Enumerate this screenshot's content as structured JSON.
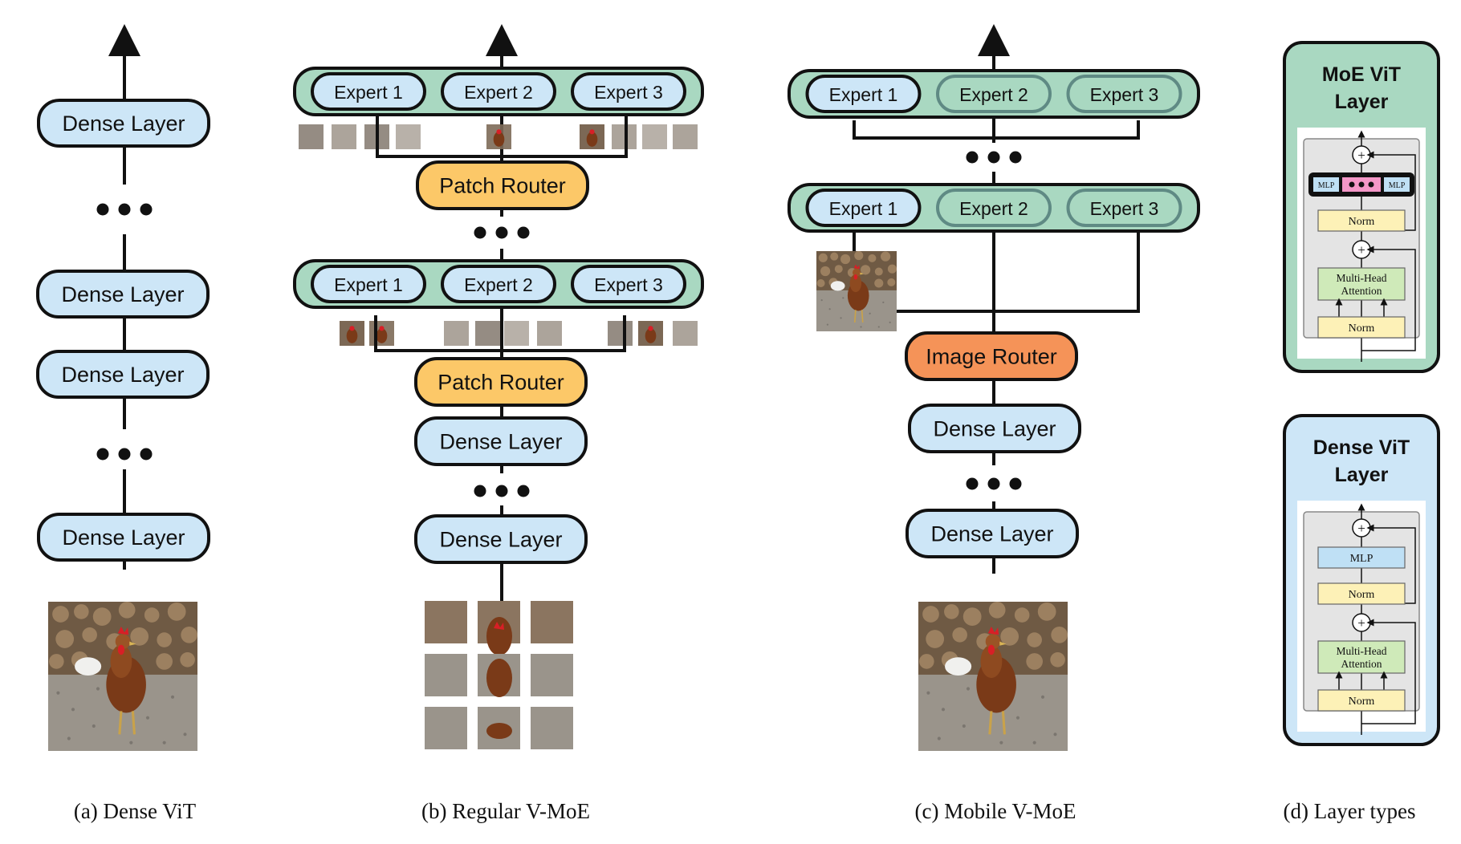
{
  "colors": {
    "dense_fill": "#cde6f7",
    "moe_group_fill": "#a9d8c1",
    "patch_router_fill": "#fcc868",
    "image_router_fill": "#f59358",
    "stroke": "#111111",
    "dim_text": "#5f8a84",
    "mlp_fill": "#bfe0f5",
    "norm_fill": "#fdf1b7",
    "mha_fill": "#cfeab9",
    "dots_fill": "#f497c7"
  },
  "panel_a": {
    "layers": [
      "Dense Layer",
      "Dense Layer",
      "Dense Layer",
      "Dense Layer"
    ],
    "caption": "(a) Dense ViT"
  },
  "panel_b": {
    "experts_top": [
      "Expert 1",
      "Expert 2",
      "Expert 3"
    ],
    "experts_mid": [
      "Expert 1",
      "Expert 2",
      "Expert 3"
    ],
    "router_top": "Patch Router",
    "router_mid": "Patch Router",
    "dense": [
      "Dense Layer",
      "Dense Layer"
    ],
    "caption": "(b) Regular V-MoE"
  },
  "panel_c": {
    "experts_top": [
      "Expert 1",
      "Expert 2",
      "Expert 3"
    ],
    "experts_mid": [
      "Expert 1",
      "Expert 2",
      "Expert 3"
    ],
    "router": "Image Router",
    "dense": [
      "Dense Layer",
      "Dense Layer"
    ],
    "caption": "(c) Mobile V-MoE"
  },
  "panel_d": {
    "moe_title": [
      "MoE ViT",
      "Layer"
    ],
    "dense_title": [
      "Dense ViT",
      "Layer"
    ],
    "mlp": "MLP",
    "norm": "Norm",
    "mha": [
      "Multi-Head",
      "Attention"
    ],
    "caption": "(d) Layer types"
  },
  "icons": [
    "up-arrow-icon",
    "ellipsis-icon",
    "plus-circle-icon",
    "chicken-image-icon"
  ]
}
